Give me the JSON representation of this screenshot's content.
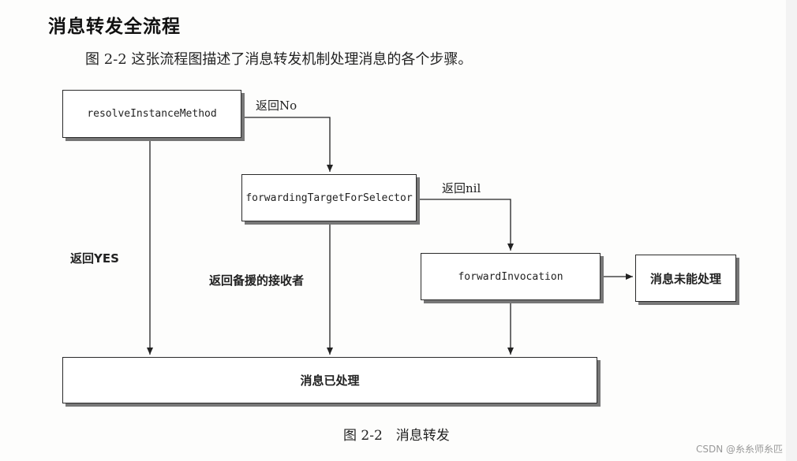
{
  "heading": "消息转发全流程",
  "intro": "图 2-2 这张流程图描述了消息转发机制处理消息的各个步骤。",
  "nodes": {
    "resolve": "resolveInstanceMethod",
    "forwarding_target": "forwardingTargetForSelector",
    "forward_invocation": "forwardInvocation",
    "unhandled": "消息未能处理",
    "handled": "消息已处理"
  },
  "edge_labels": {
    "return_no": "返回No",
    "return_nil": "返回nil",
    "return_yes": "返回YES",
    "return_backup": "返回备援的接收者"
  },
  "caption": "图 2-2　消息转发",
  "watermark": "CSDN @糸糸师糸匹"
}
